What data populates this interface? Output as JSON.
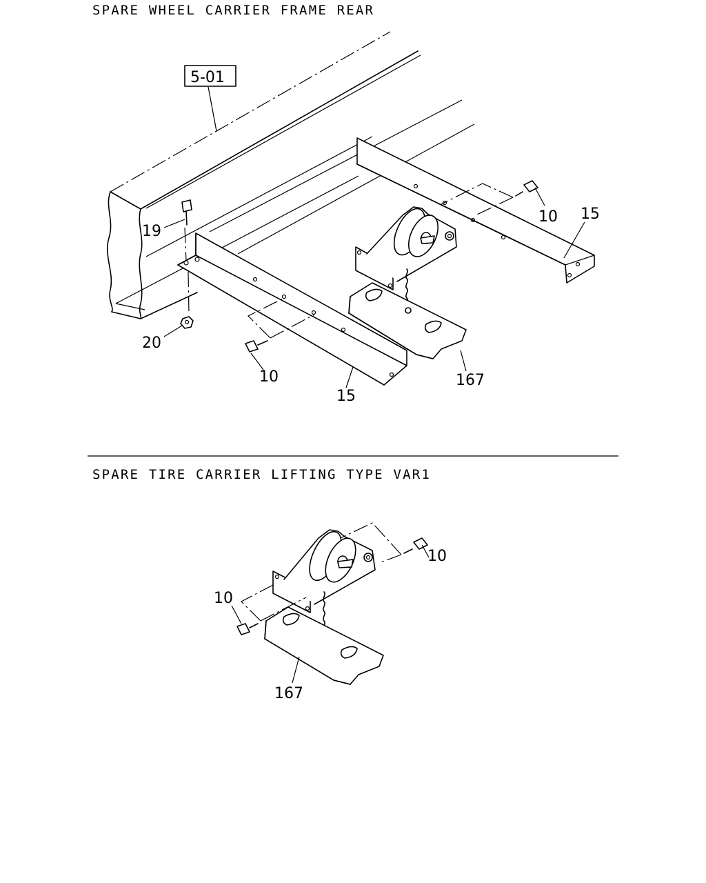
{
  "sections": [
    {
      "title": "SPARE WHEEL CARRIER FRAME REAR",
      "reference": "5-01",
      "callouts": [
        "19",
        "20",
        "10",
        "10",
        "15",
        "15",
        "167"
      ]
    },
    {
      "title": "SPARE TIRE CARRIER LIFTING TYPE VAR1",
      "callouts": [
        "10",
        "10",
        "167"
      ]
    }
  ]
}
